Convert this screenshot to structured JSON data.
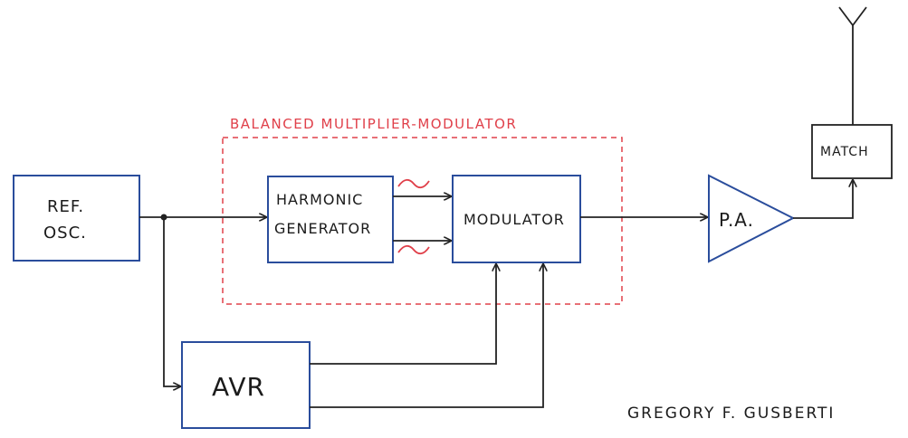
{
  "diagram": {
    "blocks": {
      "ref_osc": {
        "line1": "REF.",
        "line2": "OSC."
      },
      "harmonic_generator": {
        "line1": "HARMONIC",
        "line2": "GENERATOR"
      },
      "modulator": {
        "label": "MODULATOR"
      },
      "avr": {
        "label": "AVR"
      },
      "power_amp": {
        "label": "P.A."
      },
      "match": {
        "label": "MATCH"
      }
    },
    "group": {
      "label": "BALANCED MULTIPLIER-MODULATOR"
    },
    "signature": "GREGORY F. GUSBERTI",
    "colors": {
      "block_border": "#2a4d9c",
      "line": "#222222",
      "group_border": "#e0404a",
      "text": "#1b1b1b"
    }
  }
}
